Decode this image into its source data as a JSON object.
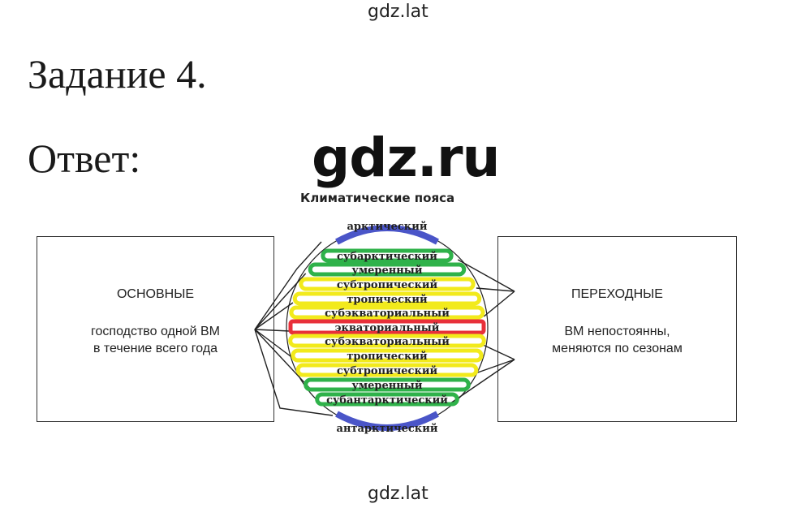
{
  "watermark": {
    "top": "gdz.lat",
    "bottom": "gdz.lat"
  },
  "task_title": "Задание 4.",
  "answer_label": "Ответ:",
  "logo": "gdz.ru",
  "diagram": {
    "title": "Климатические пояса",
    "main_box": {
      "heading": "ОСНОВНЫЕ",
      "description": [
        "господство одной ВМ",
        "в течение всего года"
      ]
    },
    "transitional_box": {
      "heading": "ПЕРЕХОДНЫЕ",
      "description": [
        "ВМ непостоянны,",
        "меняются по сезонам"
      ]
    },
    "colors": {
      "blue": "#4a55c8",
      "green": "#2fb24a",
      "yellow": "#f2ea1c",
      "red": "#e8303a",
      "line": "#222222"
    },
    "zones": [
      {
        "label": "арктический",
        "color": "blue",
        "kind": "main"
      },
      {
        "label": "субарктический",
        "color": "green",
        "kind": "transitional"
      },
      {
        "label": "умеренный",
        "color": "green",
        "kind": "main"
      },
      {
        "label": "субтропический",
        "color": "yellow",
        "kind": "transitional"
      },
      {
        "label": "тропический",
        "color": "yellow",
        "kind": "main"
      },
      {
        "label": "субэкваториальный",
        "color": "yellow",
        "kind": "transitional"
      },
      {
        "label": "экваториальный",
        "color": "red",
        "kind": "main"
      },
      {
        "label": "субэкваториальный",
        "color": "yellow",
        "kind": "transitional"
      },
      {
        "label": "тропический",
        "color": "yellow",
        "kind": "main"
      },
      {
        "label": "субтропический",
        "color": "yellow",
        "kind": "transitional"
      },
      {
        "label": "умеренный",
        "color": "green",
        "kind": "main"
      },
      {
        "label": "субантарктический",
        "color": "green",
        "kind": "transitional"
      },
      {
        "label": "антарктический",
        "color": "blue",
        "kind": "main"
      }
    ]
  }
}
